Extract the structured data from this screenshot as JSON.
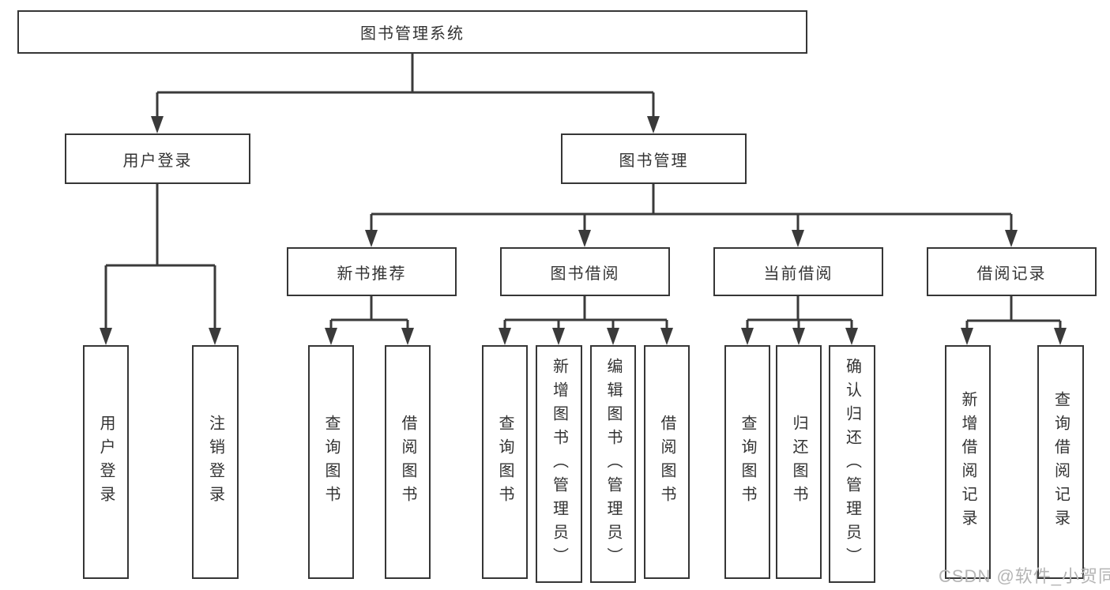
{
  "tree": {
    "label": "图书管理系统",
    "children": [
      {
        "label": "用户登录",
        "children": [
          {
            "label": "用户登录"
          },
          {
            "label": "注销登录"
          }
        ]
      },
      {
        "label": "图书管理",
        "children": [
          {
            "label": "新书推荐",
            "children": [
              {
                "label": "查询图书"
              },
              {
                "label": "借阅图书"
              }
            ]
          },
          {
            "label": "图书借阅",
            "children": [
              {
                "label": "查询图书"
              },
              {
                "label": "新增图书（管理员）"
              },
              {
                "label": "编辑图书（管理员）"
              },
              {
                "label": "借阅图书"
              }
            ]
          },
          {
            "label": "当前借阅",
            "children": [
              {
                "label": "查询图书"
              },
              {
                "label": "归还图书"
              },
              {
                "label": "确认归还（管理员）"
              }
            ]
          },
          {
            "label": "借阅记录",
            "children": [
              {
                "label": "新增借阅记录"
              },
              {
                "label": "查询借阅记录"
              }
            ]
          }
        ]
      }
    ]
  },
  "watermark": {
    "text": "CSDN @软件_小贺同学"
  },
  "colors": {
    "line": "#3a3a3a",
    "box_border": "#363636",
    "text": "#333333",
    "watermark": "#b5b5b5",
    "background": "#ffffff"
  }
}
